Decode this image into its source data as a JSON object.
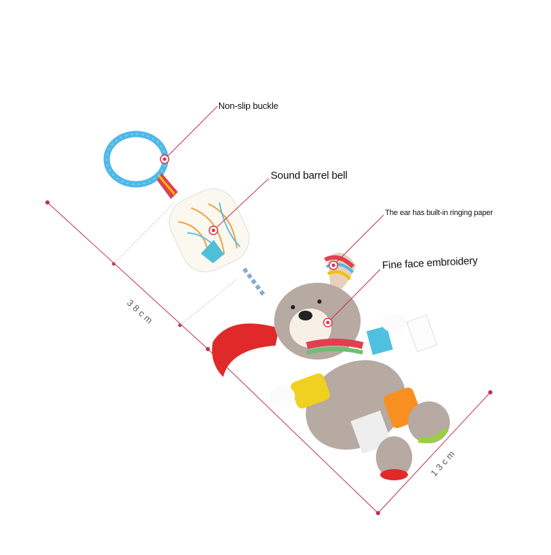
{
  "callouts": {
    "buckle": "Non-slip buckle",
    "bell": "Sound barrel bell",
    "ear": "The ear has built-in ringing paper",
    "face": "Fine face embroidery"
  },
  "dimensions": {
    "length": "38cm",
    "width": "13cm"
  },
  "colors": {
    "callout_line": "#c0304a",
    "ring": "#4fb8e8",
    "body": "#b6aaa2"
  }
}
